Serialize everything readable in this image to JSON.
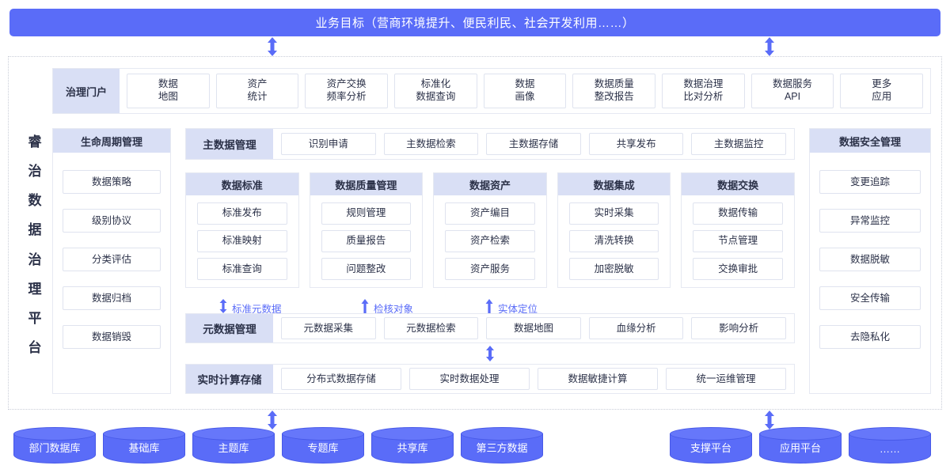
{
  "banner": {
    "title": "业务目标（营商环境提升、便民利民、社会开发利用……）"
  },
  "platform": {
    "vertical_title": "睿治数据治理平台",
    "chars": [
      "睿",
      "治",
      "数",
      "据",
      "治",
      "理",
      "平",
      "台"
    ]
  },
  "portal": {
    "label": "治理门户",
    "items": [
      {
        "line1": "数据",
        "line2": "地图"
      },
      {
        "line1": "资产",
        "line2": "统计"
      },
      {
        "line1": "资产交换",
        "line2": "频率分析"
      },
      {
        "line1": "标准化",
        "line2": "数据查询"
      },
      {
        "line1": "数据",
        "line2": "画像"
      },
      {
        "line1": "数据质量",
        "line2": "整改报告"
      },
      {
        "line1": "数据治理",
        "line2": "比对分析"
      },
      {
        "line1": "数据服务",
        "line2": "API"
      },
      {
        "line1": "更多",
        "line2": "应用"
      }
    ]
  },
  "lifecycle": {
    "title": "生命周期管理",
    "items": [
      "数据策略",
      "级别协议",
      "分类评估",
      "数据归档",
      "数据销毁"
    ]
  },
  "security": {
    "title": "数据安全管理",
    "items": [
      "变更追踪",
      "异常监控",
      "数据脱敏",
      "安全传输",
      "去隐私化"
    ]
  },
  "master_data": {
    "label": "主数据管理",
    "items": [
      "识别申请",
      "主数据检索",
      "主数据存储",
      "共享发布",
      "主数据监控"
    ]
  },
  "middle_columns": [
    {
      "title": "数据标准",
      "items": [
        "标准发布",
        "标准映射",
        "标准查询"
      ]
    },
    {
      "title": "数据质量管理",
      "items": [
        "规则管理",
        "质量报告",
        "问题整改"
      ]
    },
    {
      "title": "数据资产",
      "items": [
        "资产编目",
        "资产检索",
        "资产服务"
      ]
    },
    {
      "title": "数据集成",
      "items": [
        "实时采集",
        "清洗转换",
        "加密脱敏"
      ]
    },
    {
      "title": "数据交换",
      "items": [
        "数据传输",
        "节点管理",
        "交换审批"
      ]
    }
  ],
  "annotations": [
    {
      "label": "标准元数据",
      "arrow": "double-arrow-icon"
    },
    {
      "label": "检核对象",
      "arrow": "up-arrow-icon"
    },
    {
      "label": "实体定位",
      "arrow": "up-arrow-icon"
    }
  ],
  "metadata": {
    "label": "元数据管理",
    "items": [
      "元数据采集",
      "元数据检索",
      "数据地图",
      "血缘分析",
      "影响分析"
    ]
  },
  "realtime": {
    "label": "实时计算存储",
    "items": [
      "分布式数据存储",
      "实时数据处理",
      "数据敏捷计算",
      "统一运维管理"
    ]
  },
  "sources_left": [
    "部门数据库",
    "基础库",
    "主题库",
    "专题库",
    "共享库",
    "第三方数据"
  ],
  "sources_right": [
    "支撑平台",
    "应用平台",
    "……"
  ],
  "colors": {
    "accent": "#5a6cf8",
    "header_bg": "#d9dff5",
    "chip_border": "#dfe3ef",
    "frame_border": "#c9cdd8",
    "text": "#2b3148"
  }
}
